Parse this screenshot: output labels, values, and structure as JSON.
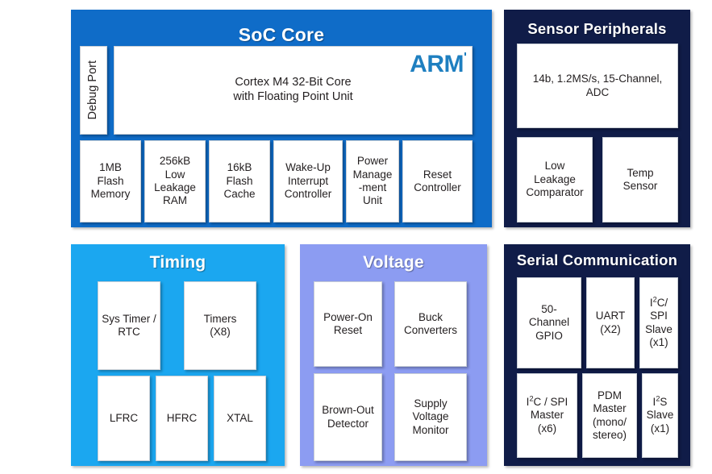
{
  "colors": {
    "soc_core_bg": "#0F6CC8",
    "sensor_bg": "#101C48",
    "timing_bg": "#1BA7F0",
    "voltage_bg": "#8C9CF2",
    "serial_bg": "#101C48",
    "block_bg": "#FFFFFF",
    "block_text": "#231F20",
    "title_text": "#FFFFFF",
    "arm_logo": "#1E7FC0"
  },
  "panels": {
    "soc_core": {
      "title": "SoC Core",
      "debug_port": "Debug Port",
      "core": {
        "line1": "Cortex M4 32-Bit Core",
        "line2": "with Floating Point Unit",
        "logo": "ARM"
      },
      "blocks": [
        {
          "name": "flash-memory",
          "lines": [
            "1MB",
            "Flash",
            "Memory"
          ]
        },
        {
          "name": "low-leakage-ram",
          "lines": [
            "256kB",
            "Low",
            "Leakage",
            "RAM"
          ]
        },
        {
          "name": "flash-cache",
          "lines": [
            "16kB",
            "Flash",
            "Cache"
          ]
        },
        {
          "name": "wake-up-interrupt-controller",
          "lines": [
            "Wake-Up",
            "Interrupt",
            "Controller"
          ]
        },
        {
          "name": "power-management-unit",
          "lines": [
            "Power",
            "Manage",
            "-ment",
            "Unit"
          ]
        },
        {
          "name": "reset-controller",
          "lines": [
            "Reset",
            "Controller"
          ]
        }
      ]
    },
    "sensor_peripherals": {
      "title": "Sensor Peripherals",
      "adc": {
        "line1": "14b, 1.2MS/s, 15-Channel,",
        "line2": "ADC"
      },
      "low_leakage_comparator": [
        "Low",
        "Leakage",
        "Comparator"
      ],
      "temp_sensor": [
        "Temp",
        "Sensor"
      ]
    },
    "timing": {
      "title": "Timing",
      "sys_timer_rtc": [
        "Sys Timer /",
        "RTC"
      ],
      "timers": [
        "Timers",
        "(X8)"
      ],
      "lfrc": "LFRC",
      "hfrc": "HFRC",
      "xtal": "XTAL"
    },
    "voltage": {
      "title": "Voltage",
      "power_on_reset": [
        "Power-On",
        "Reset"
      ],
      "buck_converters": [
        "Buck",
        "Converters"
      ],
      "brown_out_detector": [
        "Brown-Out",
        "Detector"
      ],
      "supply_voltage_monitor": [
        "Supply",
        "Voltage",
        "Monitor"
      ]
    },
    "serial_communication": {
      "title": "Serial Communication",
      "gpio": [
        "50-",
        "Channel",
        "GPIO"
      ],
      "uart": [
        "UART",
        "(X2)"
      ],
      "i2c_spi_slave": {
        "l1_pre": "I",
        "l1_sup": "2",
        "l1_post": "C/",
        "l2": "SPI",
        "l3": "Slave",
        "l4": "(x1)"
      },
      "i2c_spi_master": {
        "l1_pre": "I",
        "l1_sup": "2",
        "l1_post": "C / SPI",
        "l2": "Master",
        "l3": "(x6)"
      },
      "pdm_master": [
        "PDM",
        "Master",
        "(mono/",
        "stereo)"
      ],
      "i2s_slave": {
        "l1_pre": "I",
        "l1_sup": "2",
        "l1_post": "S",
        "l2": "Slave",
        "l3": "(x1)"
      }
    }
  }
}
